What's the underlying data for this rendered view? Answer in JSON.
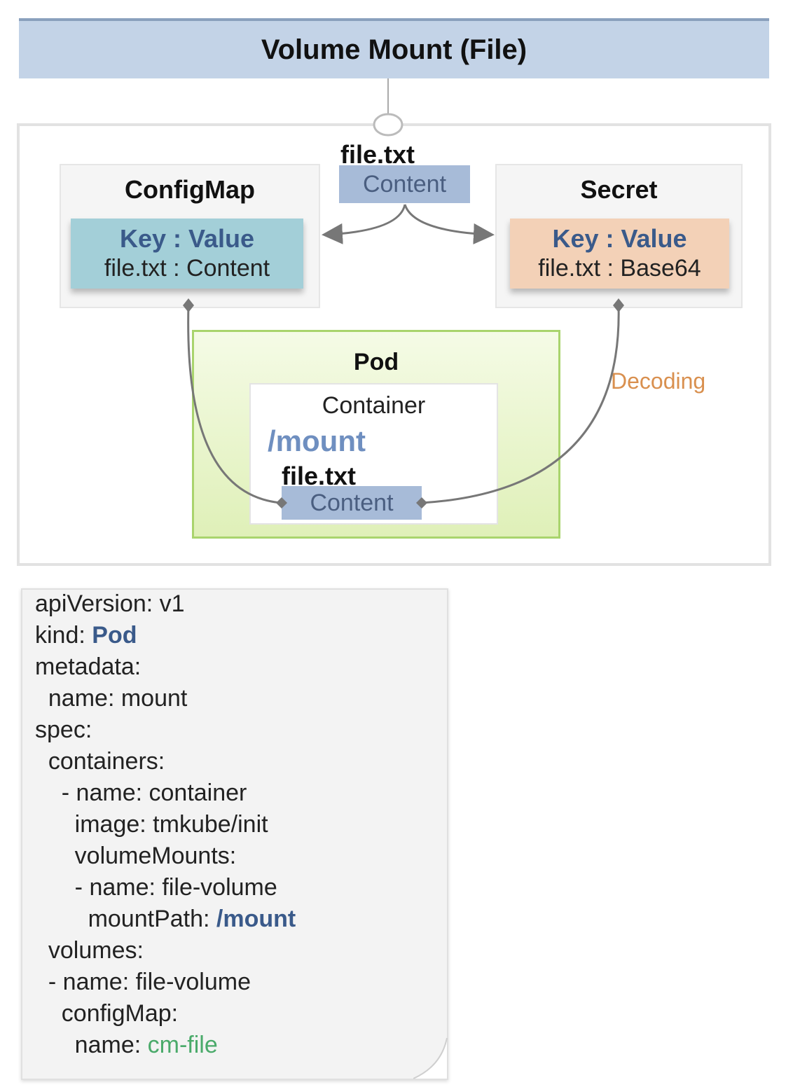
{
  "title": "Volume Mount (File)",
  "configmap": {
    "title": "ConfigMap",
    "kv_header": "Key : Value",
    "kv_row": "file.txt : Content",
    "color": "#a3cfd8"
  },
  "secret": {
    "title": "Secret",
    "kv_header": "Key : Value",
    "kv_row": "file.txt : Base64",
    "color": "#f3d1b7"
  },
  "source_file": {
    "name": "file.txt",
    "content": "Content"
  },
  "pod": {
    "title": "Pod",
    "container_label": "Container",
    "mount_path": "/mount",
    "file_name": "file.txt",
    "file_content": "Content"
  },
  "decoding_label": "Decoding",
  "yaml": {
    "l1": "apiVersion: v1",
    "l2_key": "kind: ",
    "l2_val": "Pod",
    "l3": "metadata:",
    "l4": "  name: mount",
    "l5": "spec:",
    "l6": "  containers:",
    "l7": "    - name: container",
    "l8": "      image: tmkube/init",
    "l9": "      volumeMounts:",
    "l10": "      - name: file-volume",
    "l11_key": "        mountPath: ",
    "l11_val": "/mount",
    "l12": "  volumes:",
    "l13": "  - name: file-volume",
    "l14": "    configMap:",
    "l15_key": "      name: ",
    "l15_val": "cm-file"
  }
}
